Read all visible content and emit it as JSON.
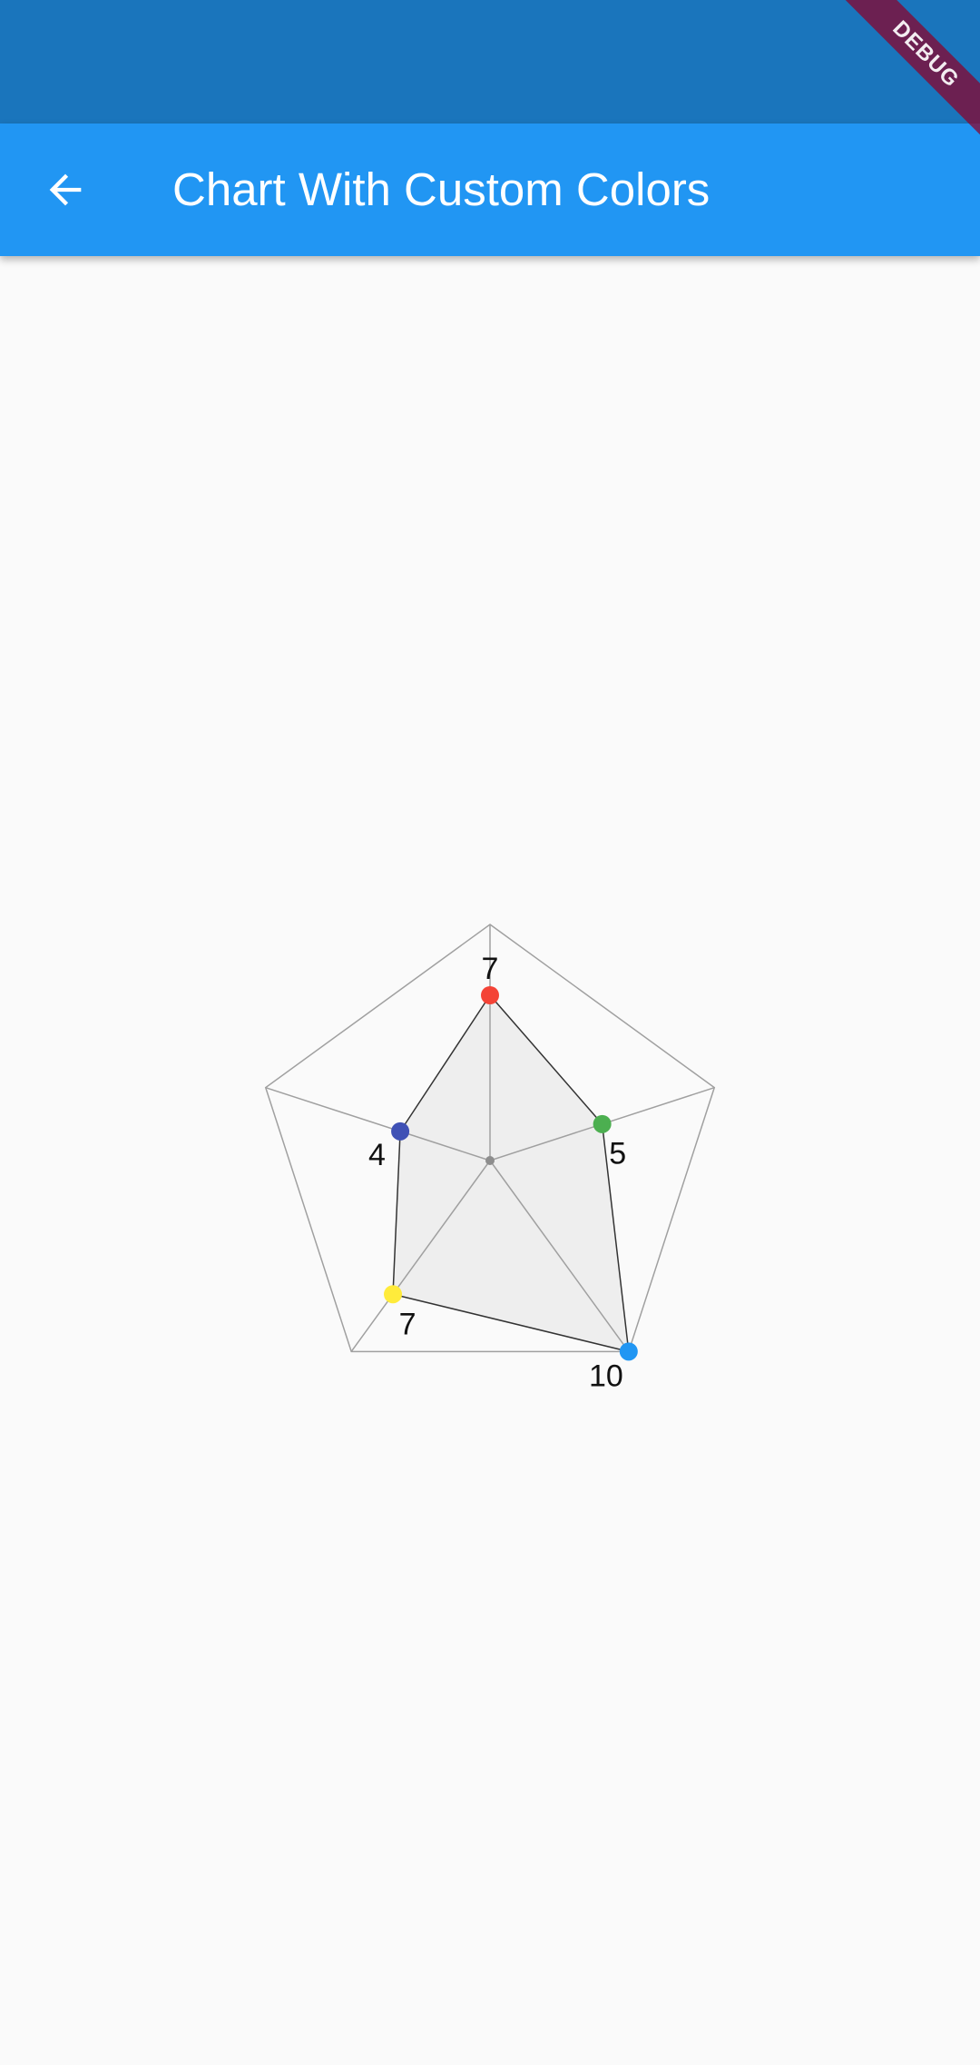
{
  "app_bar": {
    "title": "Chart With Custom Colors",
    "back_icon": "arrow-back-icon",
    "color": "#2196f3"
  },
  "status_bar": {
    "color": "#1a75bc"
  },
  "debug_banner": {
    "label": "DEBUG"
  },
  "chart_data": {
    "type": "radar",
    "max_value": 10,
    "ticks": [],
    "axes": [
      "",
      "",
      "",
      "",
      ""
    ],
    "series": [
      {
        "values": [
          7,
          5,
          10,
          7,
          4
        ],
        "point_colors": [
          "#f44336",
          "#4caf50",
          "#2196f3",
          "#ffeb3b",
          "#3f51b5"
        ],
        "fill": "#eeeeee",
        "stroke": "#333333"
      }
    ],
    "data_labels": [
      "7",
      "5",
      "10",
      "7",
      "4"
    ],
    "grid_color": "#a0a0a0"
  }
}
